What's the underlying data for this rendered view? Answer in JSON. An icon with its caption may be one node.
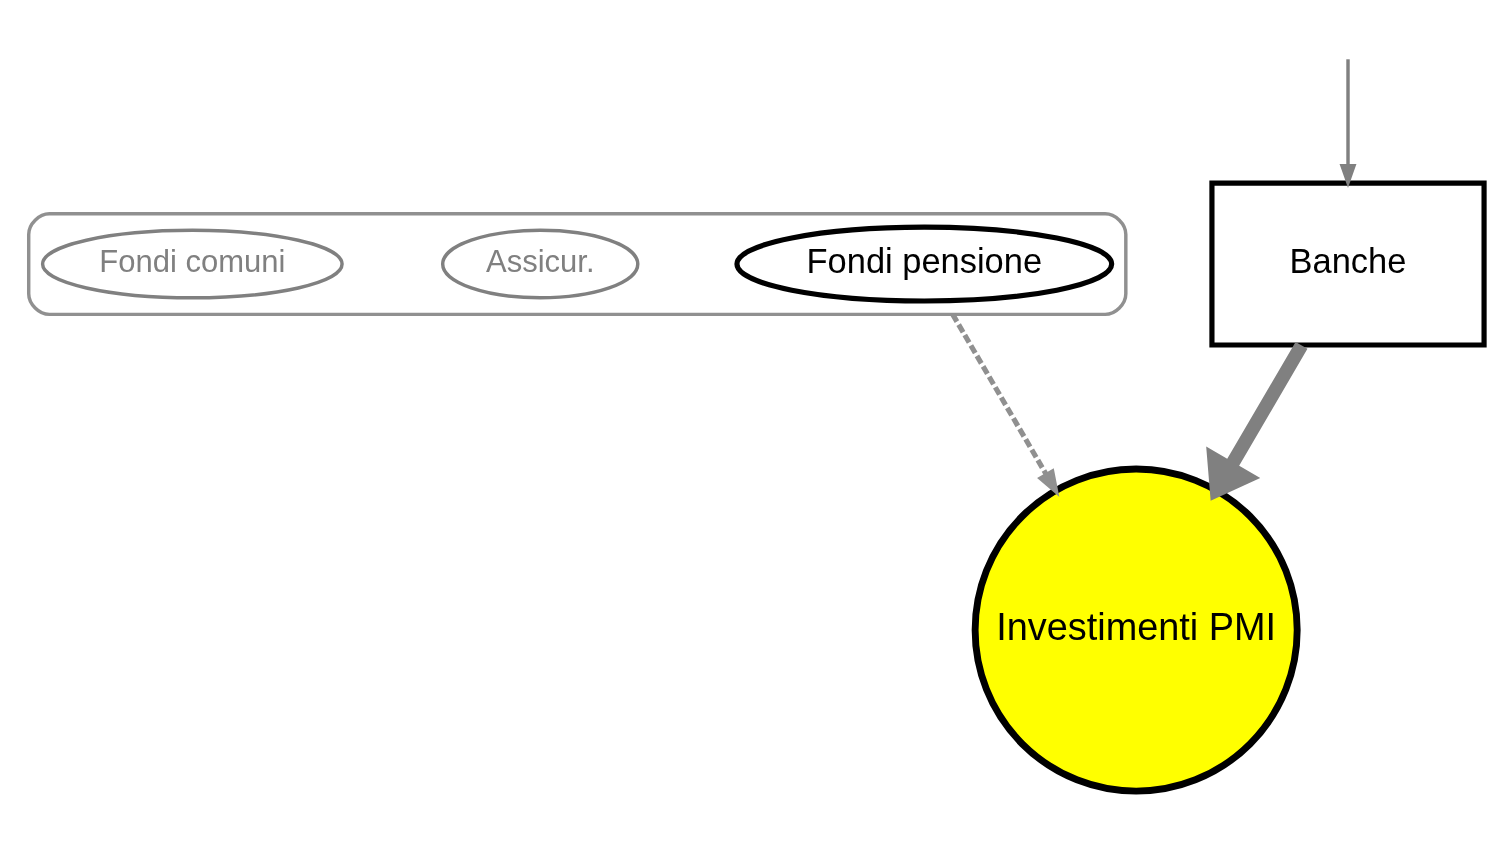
{
  "diagram": {
    "nodes": [
      {
        "text": [],
        "shape": "ellipse"
      },
      {
        "text": [
          "Fondi pensione"
        ],
        "in": 0
      },
      {
        "text": [
          "Assicur."
        ],
        "in": 0
      },
      {
        "text": [
          "Fondi comuni"
        ],
        "in": 0
      },
      {
        "text": [
          "Banche"
        ]
      },
      {
        "text": [
          "Investimenti PMI"
        ]
      }
    ],
    "edges": [
      {
        "from": 0,
        "to": 5,
        "arrow": "to",
        "style": "dashed",
        "color": "#909090"
      },
      {
        "from": 4,
        "to": 5,
        "arrow": "to",
        "style": "thick",
        "color": "#808080"
      },
      {
        "from": null,
        "to": 4,
        "arrow": "to",
        "color": "#808080"
      }
    ]
  }
}
